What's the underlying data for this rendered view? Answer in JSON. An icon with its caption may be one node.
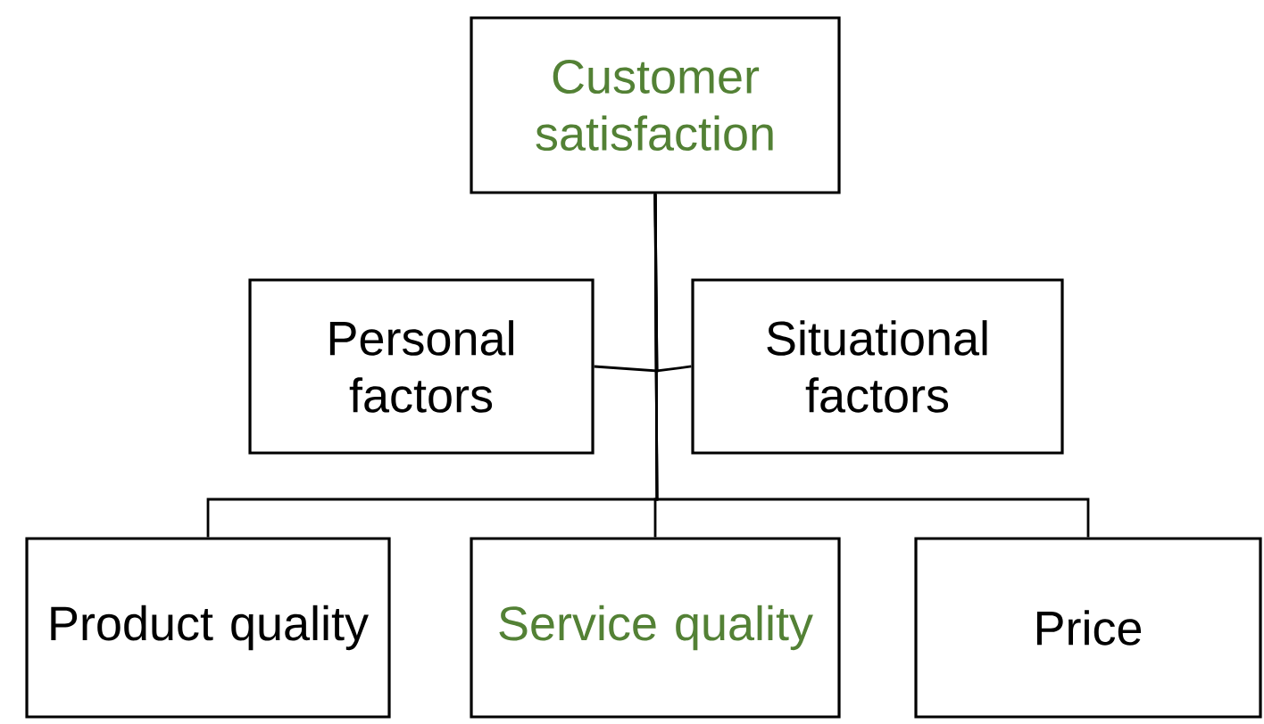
{
  "diagram": {
    "nodes": [
      {
        "text": [
          "Customer satisfaction"
        ]
      },
      {
        "text": [
          "Personal factors"
        ]
      },
      {
        "text": [
          "Situational factors"
        ]
      },
      {
        "text": [
          "Product quality"
        ]
      },
      {
        "text": [
          "Service quality"
        ]
      },
      {
        "text": [
          "Price"
        ]
      }
    ],
    "edges": [
      {
        "from": 1,
        "to": 0,
        "arrow": "none"
      },
      {
        "from": 2,
        "to": 0,
        "arrow": "none"
      },
      {
        "from": 0,
        "to": 3,
        "arrow": "none"
      },
      {
        "from": 0,
        "to": 4,
        "arrow": "none"
      },
      {
        "from": 0,
        "to": 5,
        "arrow": "none"
      }
    ]
  }
}
